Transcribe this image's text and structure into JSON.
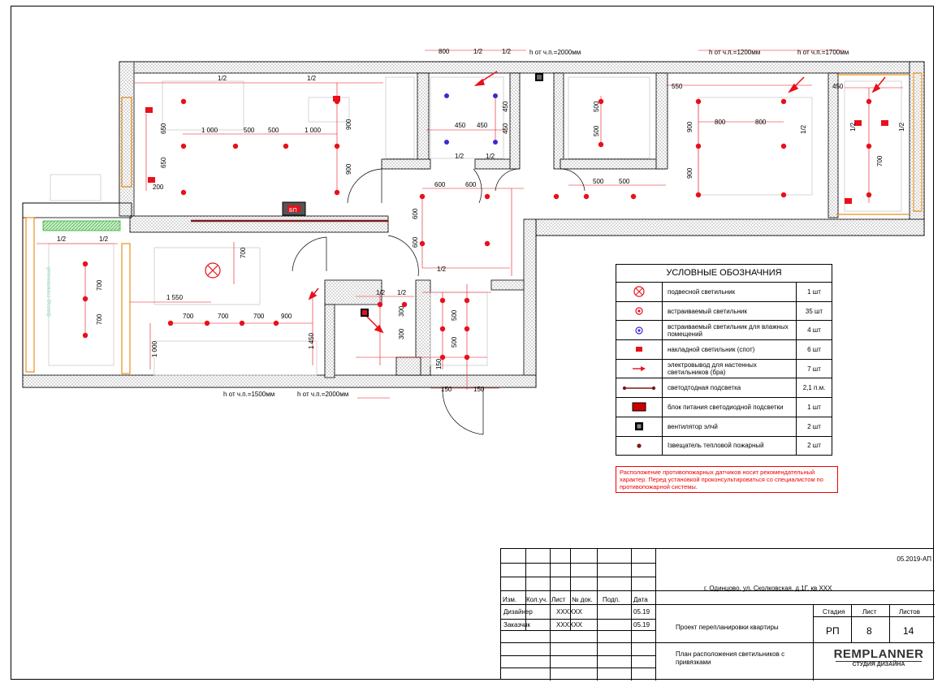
{
  "drawing": {
    "dims_top": [
      "800",
      "1/2",
      "1/2"
    ],
    "height_notes": [
      "h от ч.п.=2000мм",
      "h от ч.п.=1200мм",
      "h от ч.п.=1700мм",
      "h от ч.п.=1500мм",
      "h от ч.п.=2000мм"
    ],
    "living": {
      "row_dims": [
        "1 000",
        "500",
        "500",
        "1 000"
      ],
      "col_dims": [
        "650",
        "650"
      ],
      "half": [
        "1/2",
        "1/2"
      ],
      "v_dims": [
        "900",
        "900"
      ],
      "dim_200": "200"
    },
    "bath": {
      "dims": [
        "450",
        "450",
        "450",
        "450"
      ],
      "half": [
        "1/2",
        "1/2"
      ]
    },
    "hall": {
      "dims": [
        "600",
        "600",
        "600",
        "600"
      ],
      "half": "1/2"
    },
    "wardrobe": {
      "dims": [
        "500",
        "500",
        "500",
        "500"
      ]
    },
    "bedroom": {
      "dims": [
        "550",
        "800",
        "800",
        "900",
        "900"
      ],
      "half": "1/2"
    },
    "balcony": {
      "dims": [
        "450",
        "700",
        "1/2",
        "1/2"
      ]
    },
    "kitchen": {
      "dims": [
        "700",
        "700",
        "700",
        "900",
        "1 550",
        "1 000",
        "1 450",
        "700",
        "700",
        "700"
      ],
      "half": [
        "1/2",
        "1/2"
      ]
    },
    "corridor": {
      "dims": [
        "1/2",
        "1/2",
        "300",
        "300",
        "500",
        "500",
        "150",
        "150",
        "150"
      ]
    },
    "loggia_label": "фасад стеклянный",
    "psu_label": "БП"
  },
  "legend": {
    "title": "УСЛОВНЫЕ ОБОЗНАЧНИЯ",
    "items": [
      {
        "desc": "подвесной светильник",
        "qty": "1 шт",
        "icon": "pendant-light-icon"
      },
      {
        "desc": "встраиваемый светильник",
        "qty": "35 шт",
        "icon": "recessed-light-icon"
      },
      {
        "desc": "встраиваемый светильник для влажных помещений",
        "qty": "4 шт",
        "icon": "wet-recessed-light-icon"
      },
      {
        "desc": "накладной светильник (спот)",
        "qty": "6 шт",
        "icon": "surface-spot-icon"
      },
      {
        "desc": "электровывод для настенных светильников (бра)",
        "qty": "7 шт",
        "icon": "wall-outlet-arrow-icon"
      },
      {
        "desc": "светодтодная подсветка",
        "qty": "2,1 п.м.",
        "icon": "led-strip-icon"
      },
      {
        "desc": "блок питания светодиодной подсветки",
        "qty": "1 шт",
        "icon": "led-psu-icon"
      },
      {
        "desc": "вентилятор элчй",
        "qty": "2 шт",
        "icon": "fan-icon"
      },
      {
        "desc": "Iзвещатель тепловой пожарный",
        "qty": "2 шт",
        "icon": "heat-detector-icon"
      }
    ]
  },
  "note": "Расположение противопожарных датчиков носит рекомендательный характер. Перед установкой проконсультироваться со специалистом по противопожарной системы.",
  "stamp": {
    "code": "05.2019-АП",
    "address": "г. Одинцово, ул. Сколковская, д.1Г, кв  XXX",
    "headers": [
      "Изм.",
      "Кол.уч.",
      "Лист",
      "№ док.",
      "Подп.",
      "Дата"
    ],
    "designer_label": "Дизайнер",
    "designer_name": "XXXXXX",
    "designer_date": "05.19",
    "client_label": "Заказчик",
    "client_name": "XXXXXX",
    "client_date": "05.19",
    "project_title": "Проект перепланировки квартиры",
    "sheet_title": "План расположения светильников с привязками",
    "stage_label": "Стадия",
    "sheet_label": "Лист",
    "sheets_label": "Листов",
    "stage": "РП",
    "sheet": "8",
    "sheets": "14",
    "logo": "REMPLANNER",
    "logo_sub": "СТУДИЯ ДИЗАЙНА"
  },
  "colors": {
    "light": "#e8101a",
    "wet_light": "#3a2bd4",
    "led": "#2fb52f",
    "wall_hatch": "#999999",
    "window": "#e8901c",
    "dim_line": "#e8101a"
  }
}
